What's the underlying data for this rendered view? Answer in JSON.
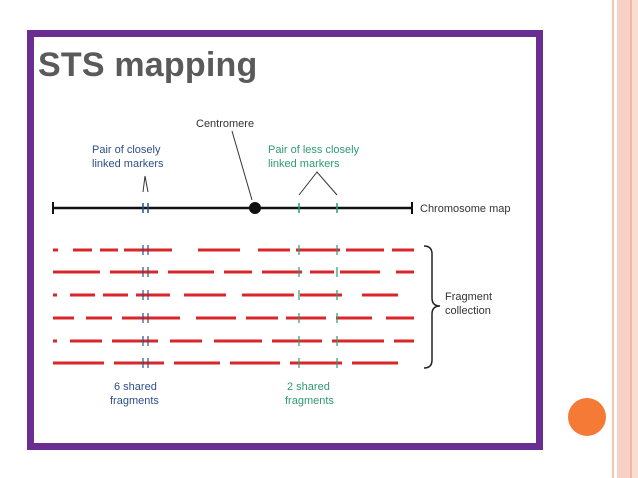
{
  "slide": {
    "title": "STS mapping"
  },
  "diagram": {
    "labels": {
      "centromere": "Centromere",
      "close_pair_line1": "Pair of closely",
      "close_pair_line2": "linked markers",
      "loose_pair_line1": "Pair of less closely",
      "loose_pair_line2": "linked markers",
      "chromosome_map": "Chromosome map",
      "fragment_line1": "Fragment",
      "fragment_line2": "collection",
      "shared6_line1": "6 shared",
      "shared6_line2": "fragments",
      "shared2_line1": "2 shared",
      "shared2_line2": "fragments"
    },
    "colors": {
      "fragment": "#d9262b",
      "close_marker_label": "#2d4f8a",
      "loose_marker_label": "#2f9a73",
      "chromosome": "#111111",
      "frame": "#6a2d91",
      "accent_dot": "#f47a36"
    },
    "fragment_rows": 6
  }
}
